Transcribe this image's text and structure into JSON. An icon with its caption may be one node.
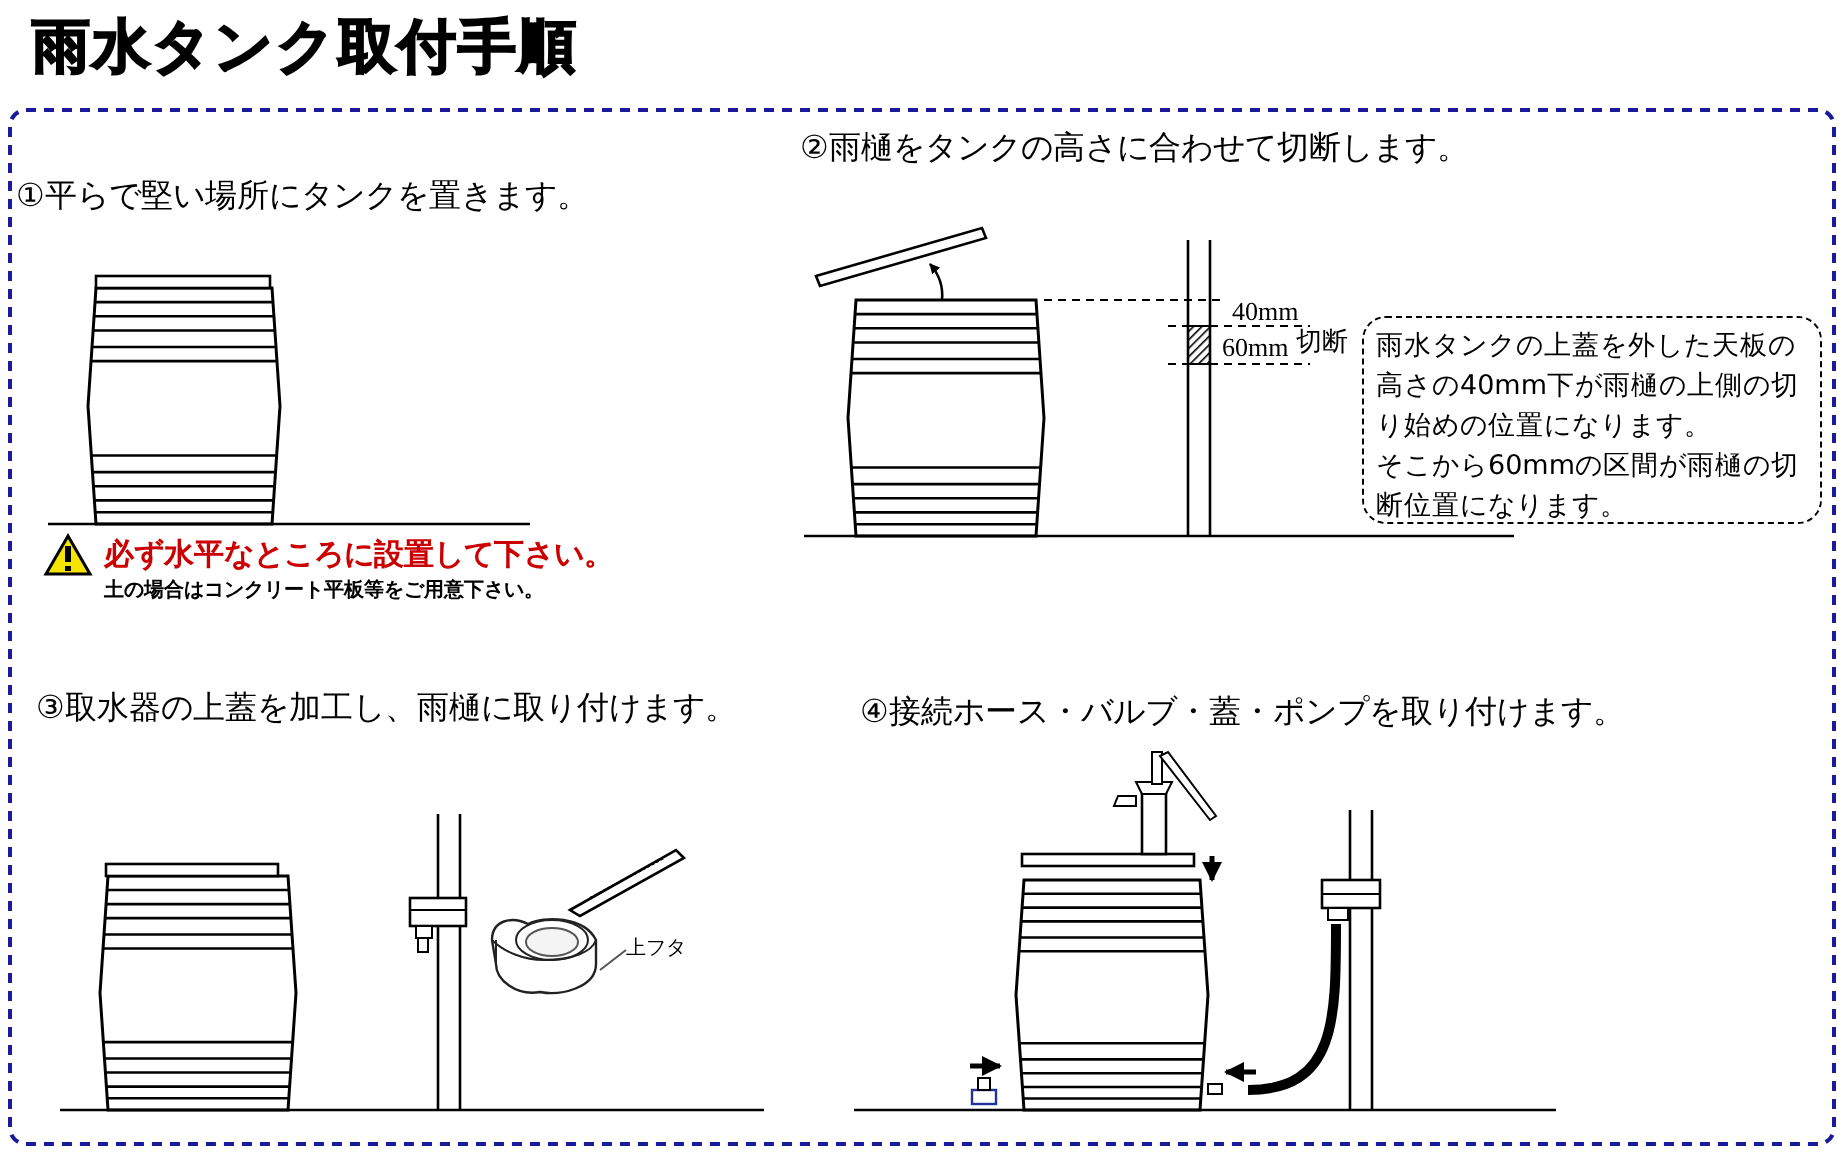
{
  "diagram": {
    "title": "雨水タンク取付手順",
    "nodes": [
      {
        "text": [
          "雨水タンクの上蓋を外した天板の高さの40mm下が雨樋の上側の切り始めの位置になります。",
          "そこから60mmの区間が雨樋の切断位置になります。"
        ]
      },
      {
        "text": [
          "上フタ"
        ]
      },
      {
        "text": [],
        "shape": "picture"
      }
    ],
    "edges": [
      {
        "from": 1,
        "to": 2,
        "arrow": "none"
      }
    ],
    "labels": [
      "①平らで堅い場所にタンクを置きます。",
      "②雨樋をタンクの高さに合わせて切断します。",
      "40mm",
      "60mm",
      "切断",
      "必ず水平なところに設置して下さい。",
      "土の場合はコンクリート平板等をご用意下さい。",
      "③取水器の上蓋を加工し、雨樋に取り付けます。",
      "④接続ホース・バルブ・蓋・ポンプを取り付けます。"
    ]
  }
}
